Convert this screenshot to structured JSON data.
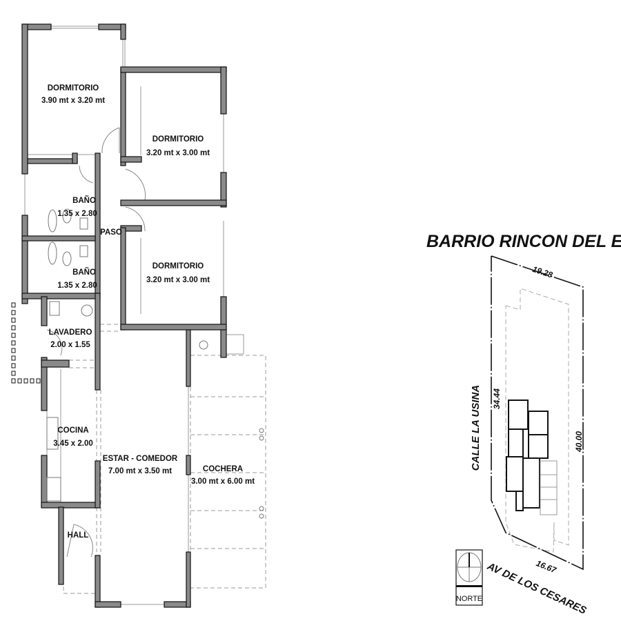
{
  "rooms": {
    "dormitorio1": {
      "name": "DORMITORIO",
      "size": "3.90 mt x 3.20 mt"
    },
    "dormitorio2": {
      "name": "DORMITORIO",
      "size": "3.20 mt x 3.00 mt"
    },
    "dormitorio3": {
      "name": "DORMITORIO",
      "size": "3.20 mt x 3.00 mt"
    },
    "bano1": {
      "name": "BAÑO",
      "size": "1.35 x 2.80"
    },
    "bano2": {
      "name": "BAÑO",
      "size": "1.35 x 2.80"
    },
    "paso": {
      "name": "PASO"
    },
    "lavadero": {
      "name": "LAVADERO",
      "size": "2.00 x 1.55"
    },
    "cocina": {
      "name": "COCINA",
      "size": "3.45 x 2.00"
    },
    "estar": {
      "name": "ESTAR - COMEDOR",
      "size": "7.00 mt x 3.50 mt"
    },
    "cochera": {
      "name": "COCHERA",
      "size": "3.00 mt x 6.00 mt"
    },
    "hall": {
      "name": "HALL"
    }
  },
  "site": {
    "title": "BARRIO RINCON DEL ESTE",
    "street_west": "CALLE LA USINA",
    "street_south": "AV DE LOS CESARES",
    "dim_top": "19.28",
    "dim_left": "34.44",
    "dim_right": "40.00",
    "dim_bottom": "16.67",
    "north_label": "NORTE"
  }
}
